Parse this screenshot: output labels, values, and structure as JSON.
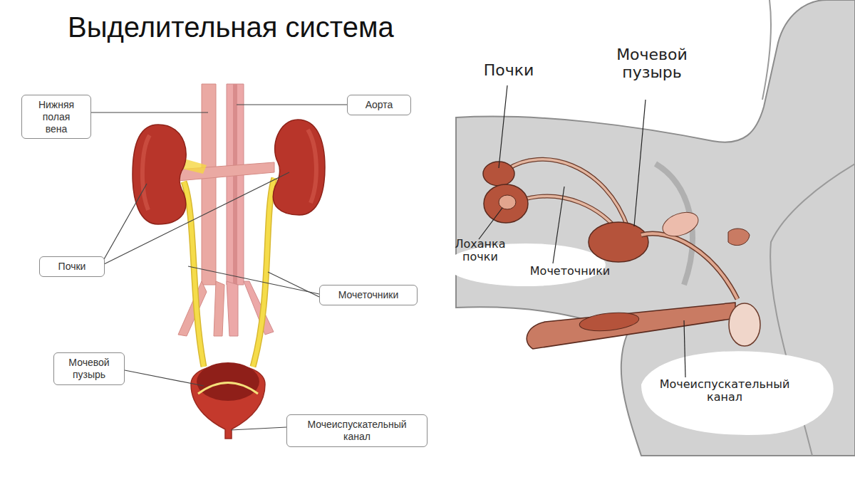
{
  "diagram": {
    "title": "Выделительная система",
    "nodes": [
      {
        "text": [
          "Нижняя полая вена"
        ]
      },
      {
        "text": [
          "Аорта"
        ]
      },
      {
        "text": [
          "Почки"
        ]
      },
      {
        "text": [
          "Мочеточники"
        ]
      },
      {
        "text": [
          "Мочевой пузырь"
        ]
      },
      {
        "text": [
          "Мочеиспускательный канал"
        ]
      }
    ],
    "labels": [
      "Почки",
      "Мочевой пузырь",
      "Лоханка почки",
      "Мочеточники",
      "Мочеиспускательный канал"
    ]
  }
}
